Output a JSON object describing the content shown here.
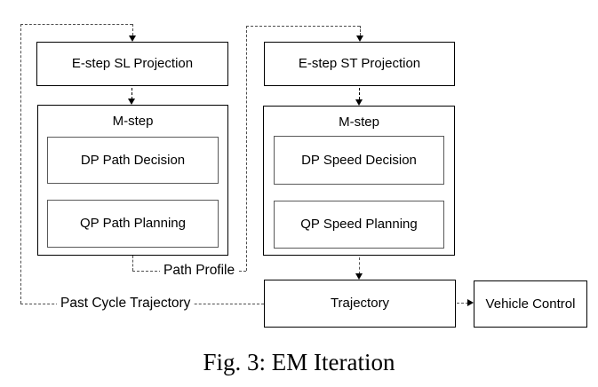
{
  "figure_caption": "Fig. 3: EM Iteration",
  "diagram": {
    "type": "flowchart",
    "nodes": {
      "estep_sl": {
        "label": "E-step SL Projection"
      },
      "estep_st": {
        "label": "E-step ST Projection"
      },
      "mstep_left": {
        "label": "M-step"
      },
      "mstep_right": {
        "label": "M-step"
      },
      "dp_path": {
        "label": "DP Path Decision"
      },
      "qp_path": {
        "label": "QP Path Planning"
      },
      "dp_speed": {
        "label": "DP Speed Decision"
      },
      "qp_speed": {
        "label": "QP Speed Planning"
      },
      "trajectory": {
        "label": "Trajectory"
      },
      "vehicle_control": {
        "label": "Vehicle Control"
      }
    },
    "edge_labels": {
      "path_profile": "Path Profile",
      "past_cycle_trajectory": "Past Cycle Trajectory"
    },
    "edges": [
      {
        "from": "estep_sl",
        "to": "mstep_left",
        "style": "dashed-arrow"
      },
      {
        "from": "estep_st",
        "to": "mstep_right",
        "style": "dashed-arrow"
      },
      {
        "from": "mstep_left",
        "to": "estep_st",
        "label": "Path Profile",
        "style": "dotted-arrow"
      },
      {
        "from": "mstep_right",
        "to": "trajectory",
        "style": "dashed-arrow"
      },
      {
        "from": "trajectory",
        "to": "vehicle_control",
        "style": "dashed-arrow"
      },
      {
        "from": "trajectory",
        "to": "estep_sl",
        "label": "Past Cycle Trajectory",
        "style": "dotted-arrow"
      }
    ],
    "colors": {
      "node_border": "#000000",
      "inner_node_border": "#595959",
      "connector": "#4d4d4d",
      "arrowhead": "#000000",
      "text": "#000000",
      "background": "#ffffff"
    }
  }
}
